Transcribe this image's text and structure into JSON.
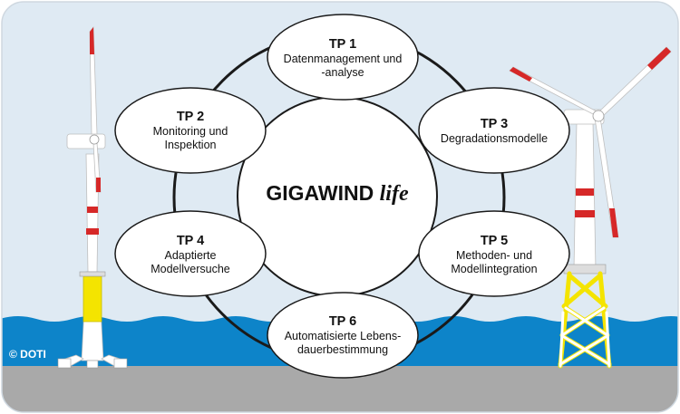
{
  "center": {
    "title": "GIGAWIND",
    "suffix": "life"
  },
  "work_packages": [
    {
      "id": "tp1",
      "title": "TP 1",
      "lines": [
        "Datenmanagement und",
        "-analyse"
      ]
    },
    {
      "id": "tp2",
      "title": "TP 2",
      "lines": [
        "Monitoring und",
        "Inspektion"
      ]
    },
    {
      "id": "tp3",
      "title": "TP 3",
      "lines": [
        "Degradationsmodelle"
      ]
    },
    {
      "id": "tp4",
      "title": "TP 4",
      "lines": [
        "Adaptierte",
        "Modellversuche"
      ]
    },
    {
      "id": "tp5",
      "title": "TP 5",
      "lines": [
        "Methoden- und",
        "Modellintegration"
      ]
    },
    {
      "id": "tp6",
      "title": "TP 6",
      "lines": [
        "Automatisierte Lebens-",
        "dauerbestimmung"
      ]
    }
  ],
  "copyright": "© DOTI",
  "colors": {
    "sky": "#dfeaf3",
    "sea": "#0d84c9",
    "seabed": "#a9a9a9",
    "tower": "#ffffff",
    "stripe": "#d62828",
    "jacket_yellow": "#f4e400"
  }
}
